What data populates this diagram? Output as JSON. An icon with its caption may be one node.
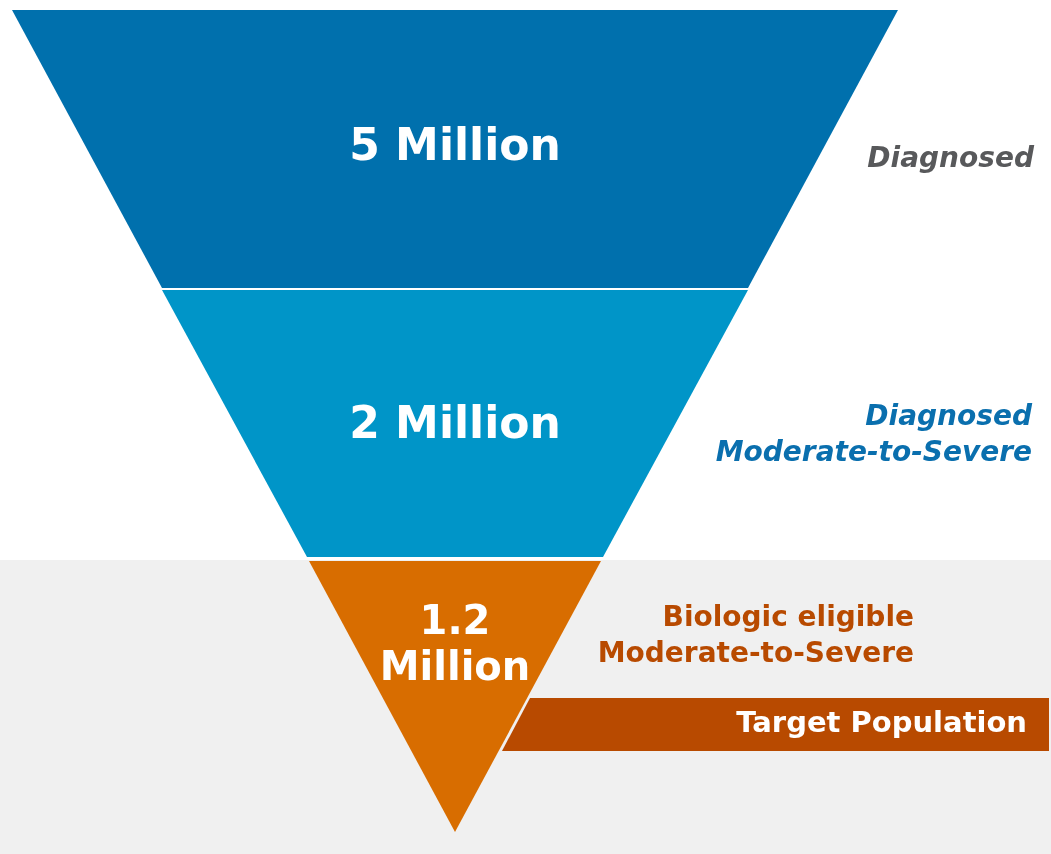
{
  "diagram": {
    "nodes": [
      {
        "text": [
          "5 Million"
        ],
        "beside": [
          "Diagnosed"
        ]
      },
      {
        "text": [
          "2 Million"
        ],
        "beside": [
          "Diagnosed Moderate-to-Severe"
        ]
      },
      {
        "text": [
          "1.2 Million"
        ],
        "beside": [
          "Biologic eligible Moderate-to-Severe"
        ]
      },
      {
        "text": [
          "Target Population"
        ]
      }
    ]
  }
}
